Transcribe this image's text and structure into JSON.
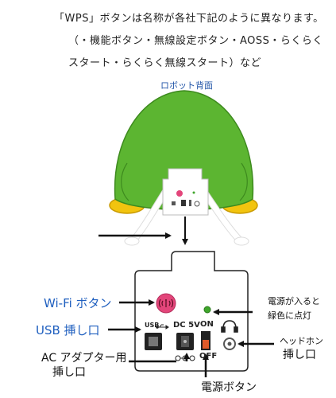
{
  "note": {
    "line1": "「WPS」ボタンは名称が各社下記のように異なります。",
    "line2": "（・機能ボタン・無線設定ボタン・AOSS・らくらく",
    "line3": "スタート・らくらく無線スタート）など"
  },
  "robot_caption": "ロボット背面",
  "panel": {
    "usb_mark": "USB",
    "dc_label": "DC 5V",
    "on_label": "ON",
    "off_label": "OFF"
  },
  "callouts": {
    "wifi_button": "Wi-Fi ボタン",
    "usb_port": "USB 挿し口",
    "ac_adapter_line1": "AC アダプター用",
    "ac_adapter_line2": "挿し口",
    "power_button": "電源ボタン",
    "led_line1": "電源が入ると",
    "led_line2": "緑色に点灯",
    "headphone_line1": "ヘッドホン",
    "headphone_line2": "挿し口"
  },
  "colors": {
    "robot_green": "#5cb531",
    "beak_yellow": "#f2c40f",
    "wifi_button": "#e3457a",
    "led_green": "#3fa62b",
    "label_blue": "#1f5fbf"
  }
}
